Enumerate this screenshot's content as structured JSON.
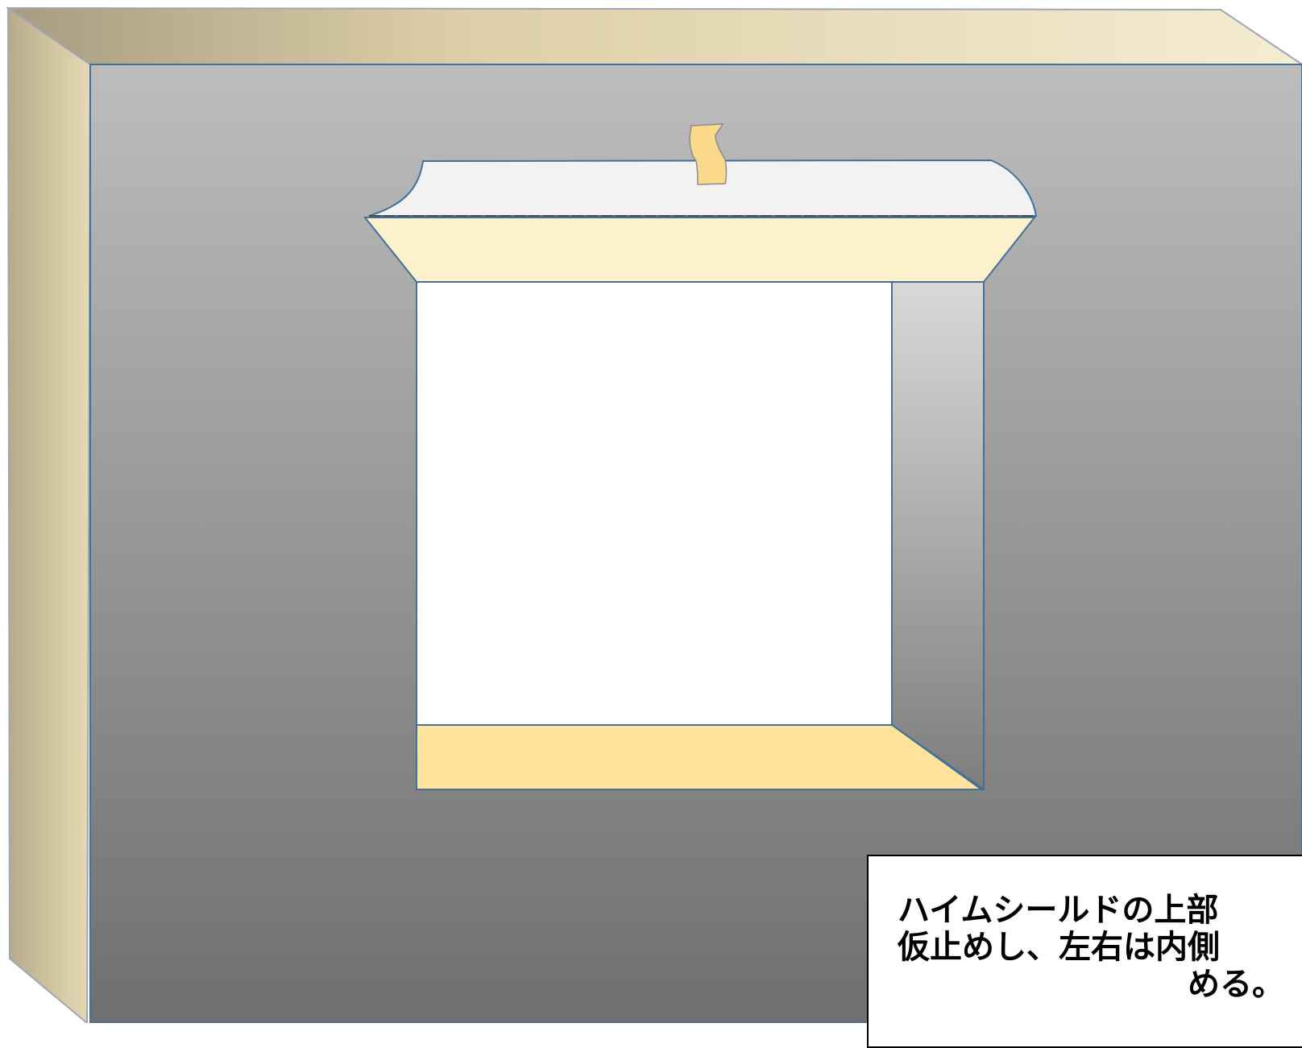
{
  "diagram": {
    "caption": {
      "lines": [
        "ハイムシールドの上部",
        "仮止めし、左右は内側",
        "める。"
      ]
    },
    "colors": {
      "wall_face_top": "#bdbdbd",
      "wall_face_bottom": "#6f6f6f",
      "wall_edge_light": "#f4e8c8",
      "wall_edge_dark": "#b4a888",
      "opening_white": "#ffffff",
      "top_trim": "#fdf0cd",
      "bottom_trim": "#ffe39a",
      "shield_sheet": "#f2f2f2",
      "tape": "#fbd98c",
      "outline": "#41719c"
    }
  }
}
